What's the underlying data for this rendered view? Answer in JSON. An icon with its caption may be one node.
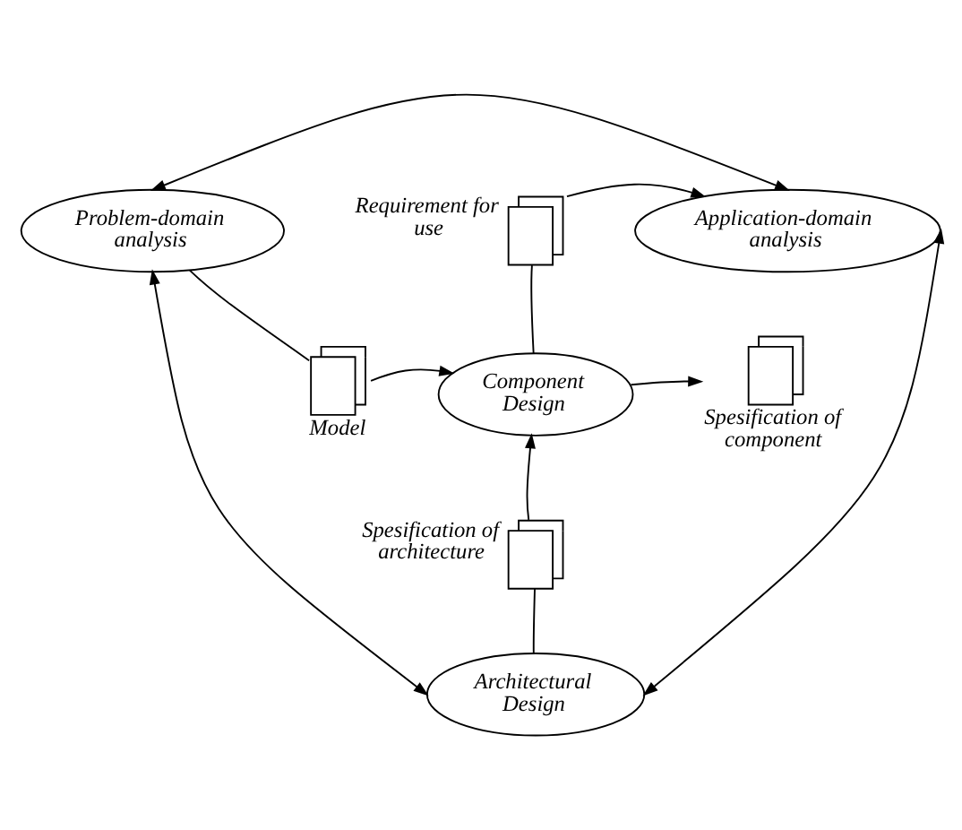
{
  "diagram": {
    "nodes": [
      {
        "text": [
          "Problem-domain analysis"
        ]
      },
      {
        "text": [
          "Requirement for use"
        ]
      },
      {
        "text": [
          "Application-domain analysis"
        ]
      },
      {
        "text": [
          "Model"
        ]
      },
      {
        "text": [
          "Component Design"
        ]
      },
      {
        "text": [
          "Spesification of component"
        ]
      },
      {
        "text": [
          "Spesification of architecture"
        ]
      },
      {
        "text": [
          "Architectural Design"
        ]
      }
    ],
    "edges": [
      {
        "from": 0,
        "to": 2,
        "arrow": "both"
      },
      {
        "from": 0,
        "to": 7,
        "arrow": "both"
      },
      {
        "from": 2,
        "to": 7,
        "arrow": "both"
      },
      {
        "from": 0,
        "to": 3,
        "arrow": "none"
      },
      {
        "from": 3,
        "to": 4,
        "arrow": "to"
      },
      {
        "from": 4,
        "to": 1,
        "arrow": "none"
      },
      {
        "from": 1,
        "to": 2,
        "arrow": "to"
      },
      {
        "from": 4,
        "to": 5,
        "arrow": "to"
      },
      {
        "from": 7,
        "to": 6,
        "arrow": "none"
      },
      {
        "from": 6,
        "to": 4,
        "arrow": "to"
      }
    ]
  }
}
